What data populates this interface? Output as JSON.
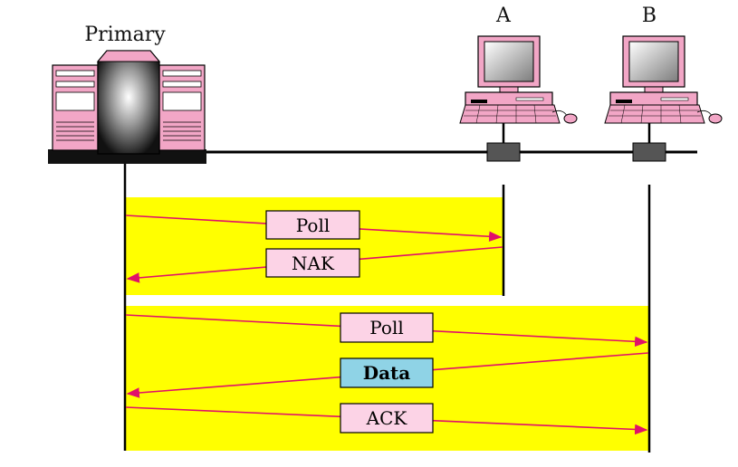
{
  "stations": {
    "primary": {
      "label": "Primary"
    },
    "a": {
      "label": "A"
    },
    "b": {
      "label": "B"
    }
  },
  "exchanges": [
    {
      "id": "exchange-a",
      "station": "A",
      "messages": [
        {
          "text": "Poll",
          "from": "Primary",
          "to": "A",
          "style": "normal"
        },
        {
          "text": "NAK",
          "from": "A",
          "to": "Primary",
          "style": "normal"
        }
      ]
    },
    {
      "id": "exchange-b",
      "station": "B",
      "messages": [
        {
          "text": "Poll",
          "from": "Primary",
          "to": "B",
          "style": "normal"
        },
        {
          "text": "Data",
          "from": "B",
          "to": "Primary",
          "style": "bold"
        },
        {
          "text": "ACK",
          "from": "Primary",
          "to": "B",
          "style": "normal"
        }
      ]
    }
  ],
  "colors": {
    "band": "#ffff00",
    "arrow": "#e0106a",
    "message_box": "#fcd3e6",
    "data_box": "#8fd3e6",
    "computer_pink": "#f2a6c6",
    "line": "#000000"
  }
}
